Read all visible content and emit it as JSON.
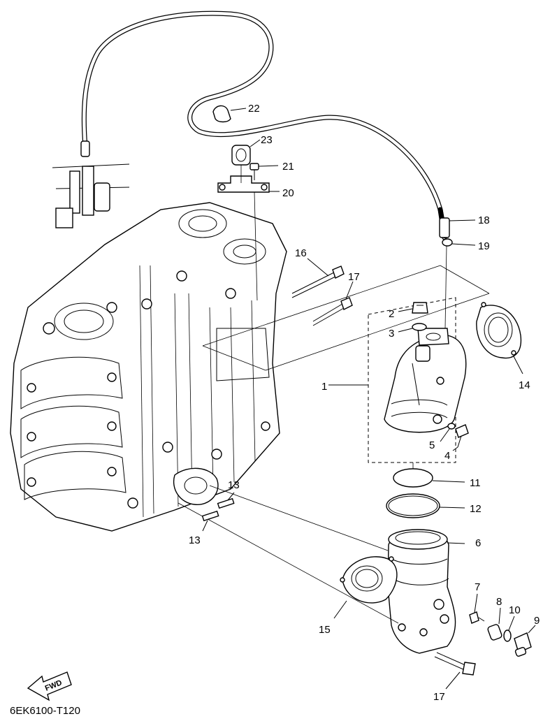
{
  "diagram_code": "6EK6100-T120",
  "fwd_label": "FWD",
  "callouts": [
    {
      "id": "c1",
      "text": "1"
    },
    {
      "id": "c2",
      "text": "2"
    },
    {
      "id": "c3",
      "text": "3"
    },
    {
      "id": "c4",
      "text": "4"
    },
    {
      "id": "c5",
      "text": "5"
    },
    {
      "id": "c6",
      "text": "6"
    },
    {
      "id": "c7",
      "text": "7"
    },
    {
      "id": "c8",
      "text": "8"
    },
    {
      "id": "c9",
      "text": "9"
    },
    {
      "id": "c10",
      "text": "10"
    },
    {
      "id": "c11",
      "text": "11"
    },
    {
      "id": "c12",
      "text": "12"
    },
    {
      "id": "c13a",
      "text": "13"
    },
    {
      "id": "c13b",
      "text": "13"
    },
    {
      "id": "c14",
      "text": "14"
    },
    {
      "id": "c15",
      "text": "15"
    },
    {
      "id": "c16",
      "text": "16"
    },
    {
      "id": "c17a",
      "text": "17"
    },
    {
      "id": "c17b",
      "text": "17"
    },
    {
      "id": "c18",
      "text": "18"
    },
    {
      "id": "c19",
      "text": "19"
    },
    {
      "id": "c20",
      "text": "20"
    },
    {
      "id": "c21",
      "text": "21"
    },
    {
      "id": "c22",
      "text": "22"
    },
    {
      "id": "c23",
      "text": "23"
    }
  ]
}
